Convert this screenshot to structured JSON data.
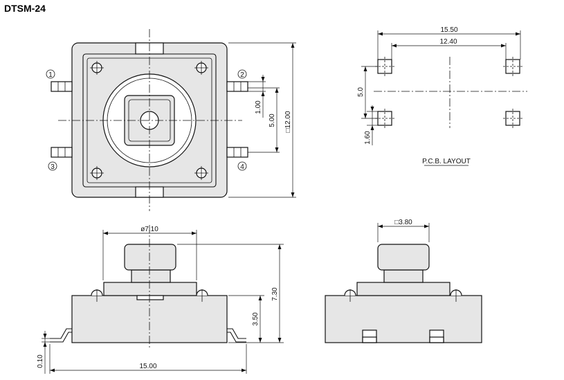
{
  "title": "DTSM-24",
  "pin_labels": [
    "1",
    "2",
    "3",
    "4"
  ],
  "dimensions": {
    "pad_span": "15.50",
    "pad_inner": "12.40",
    "pad_pitch": "5.0",
    "pad_size": "1.60",
    "pin_spacing_small": "1.00",
    "pin_spacing": "5.00",
    "body_square": "□12.00",
    "plunger_dia": "ø7.10",
    "plunger_square": "□3.80",
    "total_height": "7.30",
    "body_height": "3.50",
    "lead_thickness": "0.10",
    "body_length": "15.00"
  },
  "pcb_caption": "P.C.B. LAYOUT"
}
